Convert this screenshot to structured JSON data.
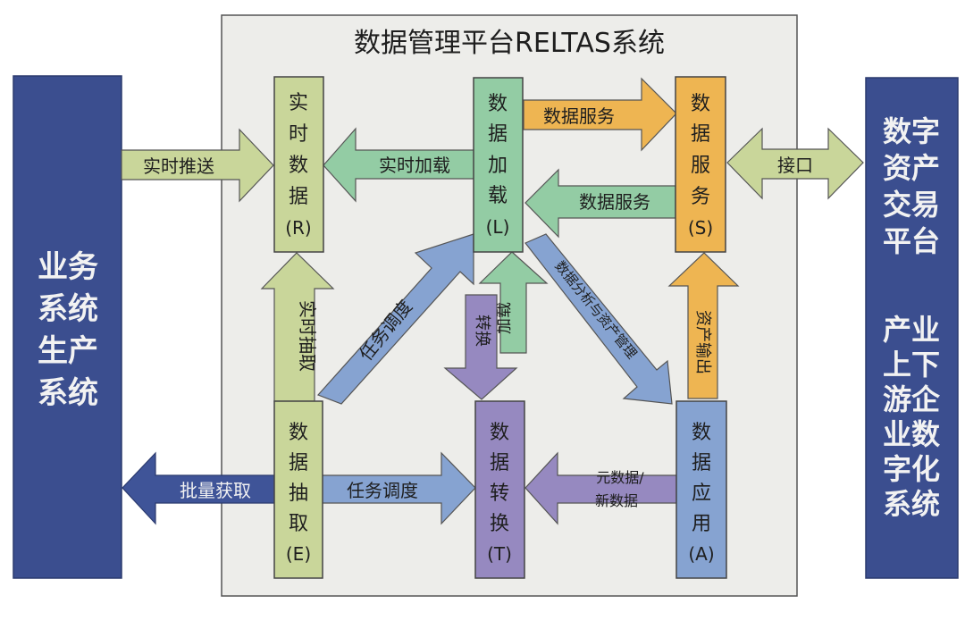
{
  "title": "数据管理平台RELTAS系统",
  "colors": {
    "navy": "#3b4e8f",
    "navy_arrow": "#3f5498",
    "green_light": "#c9d69a",
    "green_mint": "#93cca4",
    "orange": "#eeb552",
    "blue": "#86a3d1",
    "purple": "#9689c0",
    "panel": "#ededea"
  },
  "external": {
    "left": {
      "lines": [
        "业务",
        "系统",
        "生产",
        "系统"
      ]
    },
    "right": {
      "lines": [
        "数字",
        "资产",
        "交易",
        "平台",
        "",
        "产业",
        "上下",
        "游企",
        "业数",
        "字化",
        "系统"
      ]
    }
  },
  "modules": {
    "R": {
      "chars": [
        "实",
        "时",
        "数",
        "据"
      ],
      "code": "(R)"
    },
    "L": {
      "chars": [
        "数",
        "据",
        "加",
        "载"
      ],
      "code": "(L)"
    },
    "S": {
      "chars": [
        "数",
        "据",
        "服",
        "务"
      ],
      "code": "(S)"
    },
    "E": {
      "chars": [
        "数",
        "据",
        "抽",
        "取"
      ],
      "code": "(E)"
    },
    "T": {
      "chars": [
        "数",
        "据",
        "转",
        "换"
      ],
      "code": "(T)"
    },
    "A": {
      "chars": [
        "数",
        "据",
        "应",
        "用"
      ],
      "code": "(A)"
    }
  },
  "arrows": {
    "realtime_push": "实时推送",
    "realtime_load": "实时加载",
    "data_service_out": "数据服务",
    "data_service_back": "数据服务",
    "interface": "接口",
    "realtime_extract": "实时抽取",
    "task_schedule_diag": "任务调度",
    "transform": "转换",
    "load": "加载",
    "analysis_asset": "数据分析与资产管理",
    "asset_output": "资产输出",
    "batch_fetch": "批量获取",
    "task_schedule": "任务调度",
    "meta_line1": "元数据/",
    "meta_line2": "新数据"
  }
}
